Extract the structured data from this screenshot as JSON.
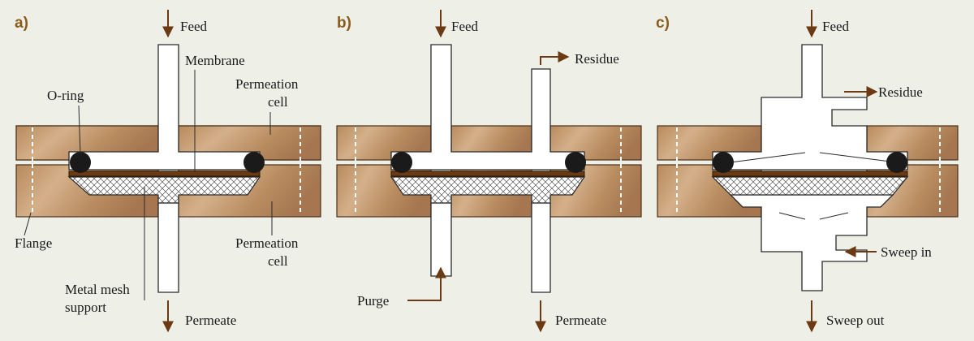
{
  "panels": [
    {
      "id": "a",
      "label": "a)"
    },
    {
      "id": "b",
      "label": "b)"
    },
    {
      "id": "c",
      "label": "c)"
    }
  ],
  "labels": {
    "a": {
      "feed": "Feed",
      "membrane": "Membrane",
      "oring": "O-ring",
      "permeation_cell_top_1": "Permeation",
      "permeation_cell_top_2": "cell",
      "flange": "Flange",
      "permeation_cell_bot_1": "Permeation",
      "permeation_cell_bot_2": "cell",
      "mesh_1": "Metal mesh",
      "mesh_2": "support",
      "permeate": "Permeate"
    },
    "b": {
      "feed": "Feed",
      "residue": "Residue",
      "purge": "Purge",
      "permeate": "Permeate"
    },
    "c": {
      "feed": "Feed",
      "residue": "Residue",
      "sweep_in": "Sweep in",
      "sweep_out": "Sweep out"
    }
  },
  "colors": {
    "background": "#eef0e8",
    "wood_light": "#c9a27a",
    "wood_dark": "#a9784a",
    "membrane": "#6b3a12",
    "arrow": "#6b3a12",
    "panel_label": "#8a5a1a"
  }
}
